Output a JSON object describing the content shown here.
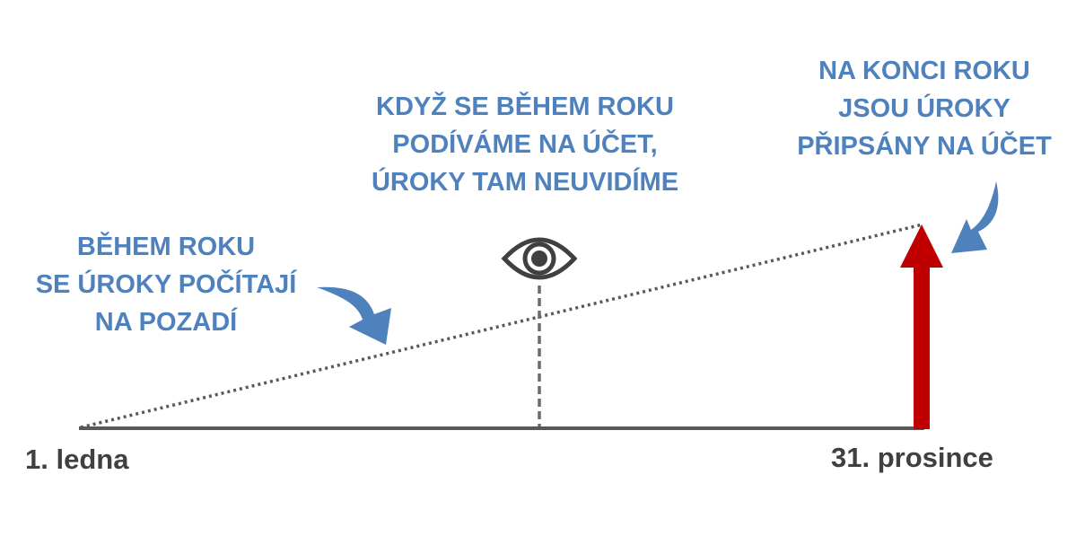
{
  "captions": {
    "background_interest": [
      "BĚHEM ROKU",
      "SE ÚROKY POČÍTAJÍ",
      "NA POZADÍ"
    ],
    "look_during_year": [
      "KDYŽ SE BĚHEM ROKU",
      "PODÍVÁME NA ÚČET,",
      "ÚROKY TAM NEUVIDÍME"
    ],
    "year_end_credit": [
      "NA KONCI ROKU",
      "JSOU ÚROKY",
      "PŘIPSÁNY NA ÚČET"
    ]
  },
  "timeline": {
    "start_label": "1. ledna",
    "end_label": "31. prosince"
  },
  "icons": {
    "observer": "eye-icon",
    "callout_left": "curved-arrow-icon",
    "callout_right": "curved-arrow-icon",
    "interest_credit": "up-arrow-icon"
  },
  "colors": {
    "caption_text": "#4f81bd",
    "callout_arrow": "#4f81bd",
    "timeline_axis": "#595959",
    "label_text": "#404040",
    "accrual_line": "#595959",
    "credit_arrow": "#c00000",
    "eye": "#404040"
  }
}
